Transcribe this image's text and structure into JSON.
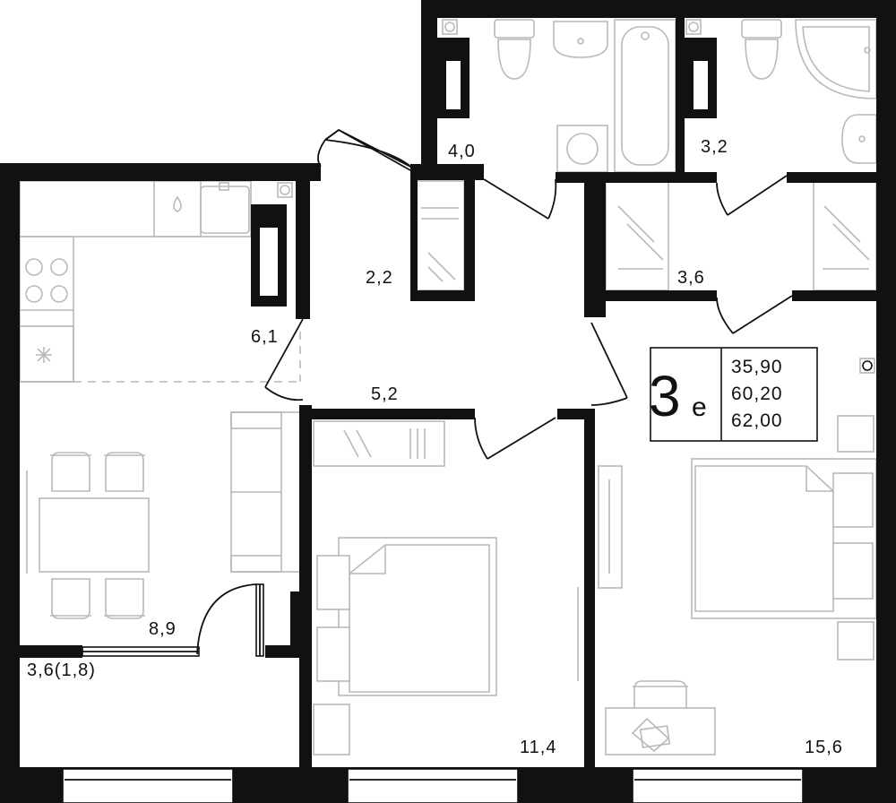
{
  "plan": {
    "badge": {
      "rooms": "3",
      "suffix": "е",
      "areas": [
        "35,90",
        "60,20",
        "62,00"
      ]
    },
    "rooms": {
      "wc": "4,0",
      "bathroom": "3,2",
      "hall": "2,2",
      "wardrobe": "3,6",
      "corridor": "5,2",
      "kitchen": "6,1",
      "living": "8,9",
      "balcony": "3,6(1,8)",
      "bedroom_1": "11,4",
      "bedroom_2": "15,6"
    }
  }
}
